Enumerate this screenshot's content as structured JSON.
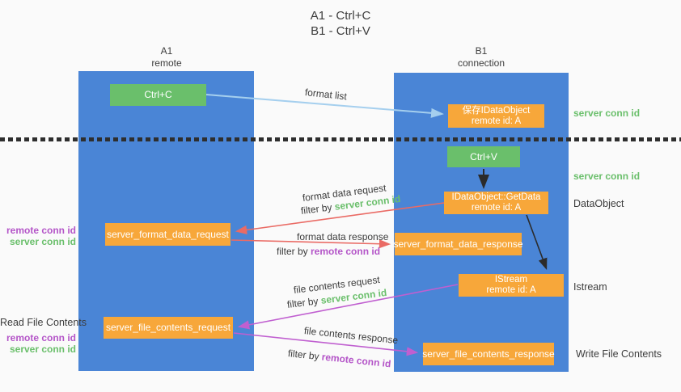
{
  "title": {
    "line1": "A1 - Ctrl+C",
    "line2": "B1 - Ctrl+V"
  },
  "lanes": {
    "left": {
      "name": "A1",
      "subtitle": "remote"
    },
    "right": {
      "name": "B1",
      "subtitle": "connection"
    }
  },
  "boxes": {
    "ctrl_c": "Ctrl+C",
    "ctrl_v": "Ctrl+V",
    "save_idataobject": {
      "line1": "保存IDataObject",
      "line2": "remote id: A"
    },
    "getdata": {
      "line1": "IDataObject::GetData",
      "line2": "remote id: A"
    },
    "istream": {
      "line1": "IStream",
      "line2": "remote id: A"
    },
    "format_request": "server_format_data_request",
    "format_response": "server_format_data_response",
    "file_request": "server_file_contents_request",
    "file_response": "server_file_contents_response"
  },
  "labels": {
    "format_list": "format list",
    "server_conn_id_top": "server conn id",
    "server_conn_id_mid": "server conn id",
    "dataobject": "DataObject",
    "istream": "Istream",
    "write_file_contents": "Write File Contents",
    "read_file_contents": "Read File Contents",
    "left_group1": {
      "remote": "remote conn id",
      "server": "server conn id"
    },
    "left_group2": {
      "remote": "remote conn id",
      "server": "server conn id"
    },
    "format_data_request": "format data request",
    "format_data_response": "format data response",
    "file_contents_request": "file contents request",
    "file_contents_response": "file contents response",
    "filters": {
      "request1": {
        "prefix": "filter by ",
        "value": "server conn id"
      },
      "response1": {
        "prefix": "filter by ",
        "value": "remote conn id"
      },
      "request2": {
        "prefix": "filter by ",
        "value": "server conn id"
      },
      "response2": {
        "prefix": "filter by ",
        "value": "remote conn id"
      }
    }
  },
  "colors": {
    "background": "#fafafa",
    "lane_blue": "#4a85d6",
    "box_green": "#6abf6b",
    "box_orange": "#f7a73a",
    "text_dark": "#3c3c3c",
    "text_green": "#6abf6b",
    "text_magenta": "#b455c8",
    "arrow_lightblue": "#a5cfee",
    "arrow_red": "#ea6b65",
    "arrow_magenta": "#c05fd0",
    "arrow_black": "#2b2b2b"
  }
}
